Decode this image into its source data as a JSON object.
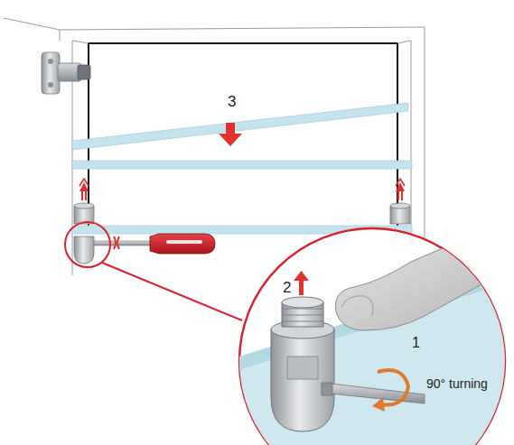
{
  "diagram": {
    "labels": [
      "3",
      "2",
      "1",
      "90° turning"
    ]
  }
}
